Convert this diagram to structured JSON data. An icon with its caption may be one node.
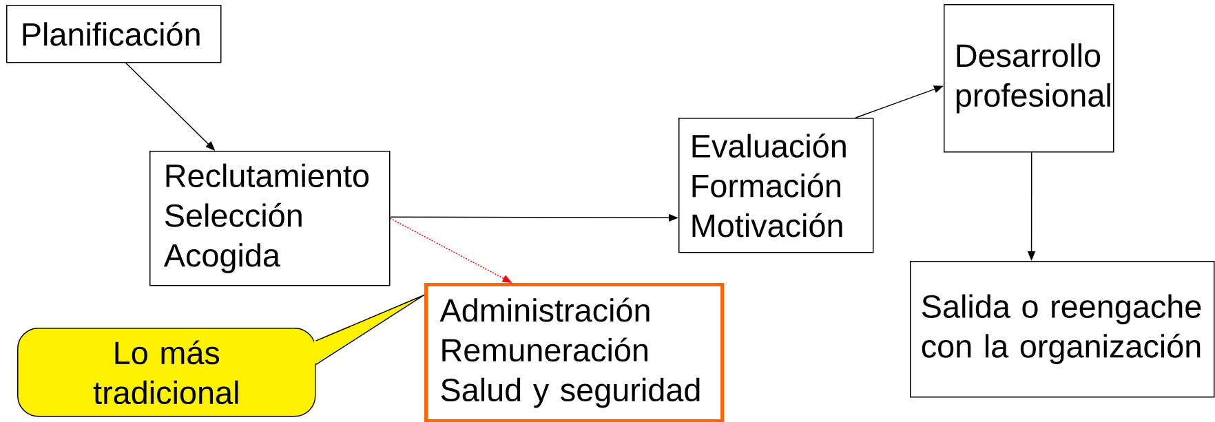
{
  "diagram": {
    "nodes": [
      {
        "text": [
          "Planificación"
        ]
      },
      {
        "text": [
          "Reclutamiento",
          "Selección",
          "Acogida"
        ]
      },
      {
        "text": [
          "Administración",
          "Remuneración",
          "Salud y seguridad"
        ]
      },
      {
        "text": [
          "Lo más tradicional"
        ]
      },
      {
        "text": [
          "Evaluación",
          "Formación",
          "Motivación"
        ]
      },
      {
        "text": [
          "Desarrollo profesional"
        ]
      },
      {
        "text": [
          "Salida o reengache con la organización"
        ]
      }
    ],
    "edges": [
      {
        "from": 0,
        "to": 1,
        "arrow": "to"
      },
      {
        "from": 1,
        "to": 4,
        "arrow": "to"
      },
      {
        "from": 1,
        "to": 2,
        "arrow": "to",
        "style": "dashed",
        "color": "#ff0000"
      },
      {
        "from": 4,
        "to": 5,
        "arrow": "to"
      },
      {
        "from": 5,
        "to": 6,
        "arrow": "to"
      },
      {
        "from": 3,
        "to": 2,
        "arrow": "none"
      }
    ]
  }
}
